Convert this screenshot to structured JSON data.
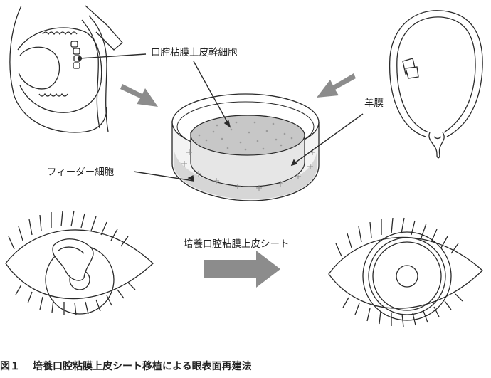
{
  "labels": {
    "oral_stem_cells": "口腔粘膜上皮幹細胞",
    "amniotic_membrane": "羊膜",
    "feeder_cells": "フィーダー細胞",
    "cultured_sheet": "培養口腔粘膜上皮シート"
  },
  "caption": {
    "number": "図１",
    "text": "培養口腔粘膜上皮シート移植による眼表面再建法"
  },
  "colors": {
    "line": "#2a2a2a",
    "arrow_gray": "#8c8c8c",
    "cell_gray": "#bdbdbd",
    "feeder_gray": "#d6d6d6"
  }
}
